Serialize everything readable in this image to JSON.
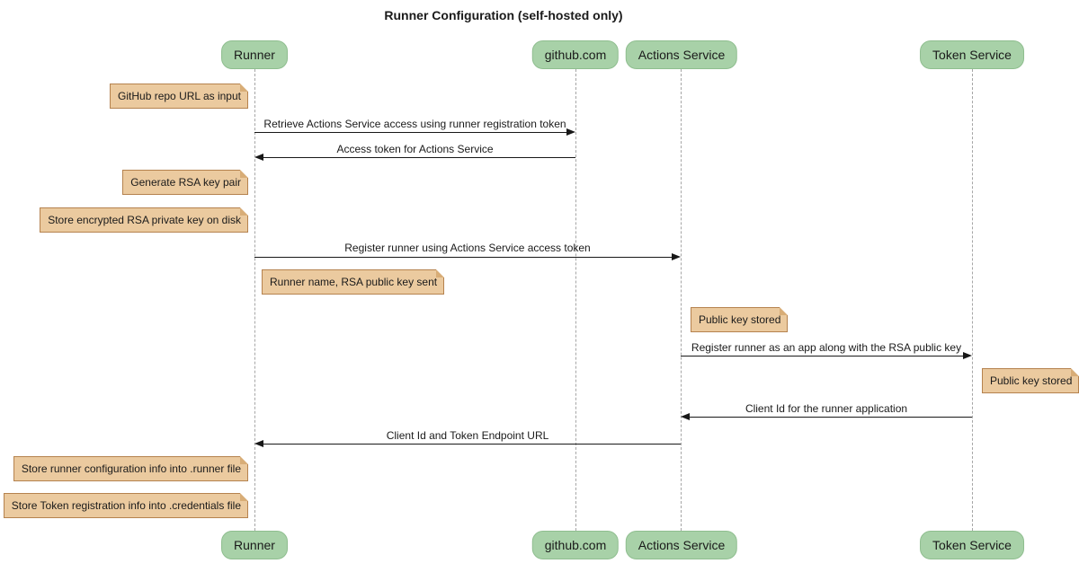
{
  "title": "Runner Configuration (self-hosted only)",
  "participants": [
    {
      "label": "Runner"
    },
    {
      "label": "github.com"
    },
    {
      "label": "Actions Service"
    },
    {
      "label": "Token Service"
    }
  ],
  "messages": [
    {
      "text": "Retrieve Actions Service access using runner registration token",
      "from": "Runner",
      "to": "github.com"
    },
    {
      "text": "Access token for Actions Service",
      "from": "github.com",
      "to": "Runner"
    },
    {
      "text": "Register runner using Actions Service access token",
      "from": "Runner",
      "to": "Actions Service"
    },
    {
      "text": "Register runner as an app along with the RSA public key",
      "from": "Actions Service",
      "to": "Token Service"
    },
    {
      "text": "Client Id for the runner application",
      "from": "Token Service",
      "to": "Actions Service"
    },
    {
      "text": "Client Id and Token Endpoint URL",
      "from": "Actions Service",
      "to": "Runner"
    }
  ],
  "notes": [
    {
      "text": "GitHub repo URL as input",
      "anchor": "Runner",
      "side": "left"
    },
    {
      "text": "Generate RSA key pair",
      "anchor": "Runner",
      "side": "left"
    },
    {
      "text": "Store encrypted RSA private key on disk",
      "anchor": "Runner",
      "side": "left"
    },
    {
      "text": "Runner name, RSA public key sent",
      "anchor": "Runner",
      "side": "right"
    },
    {
      "text": "Public key stored",
      "anchor": "Actions Service",
      "side": "right"
    },
    {
      "text": "Public key stored",
      "anchor": "Token Service",
      "side": "right"
    },
    {
      "text": "Store runner configuration info into .runner file",
      "anchor": "Runner",
      "side": "left"
    },
    {
      "text": "Store Token registration info into .credentials file",
      "anchor": "Runner",
      "side": "left"
    }
  ],
  "colors": {
    "participant_fill": "#a8d1a8",
    "participant_border": "#8fbe8f",
    "note_fill": "#ebca9f",
    "note_border": "#b5824e",
    "lifeline": "#a6a6a6",
    "arrow": "#181818"
  }
}
